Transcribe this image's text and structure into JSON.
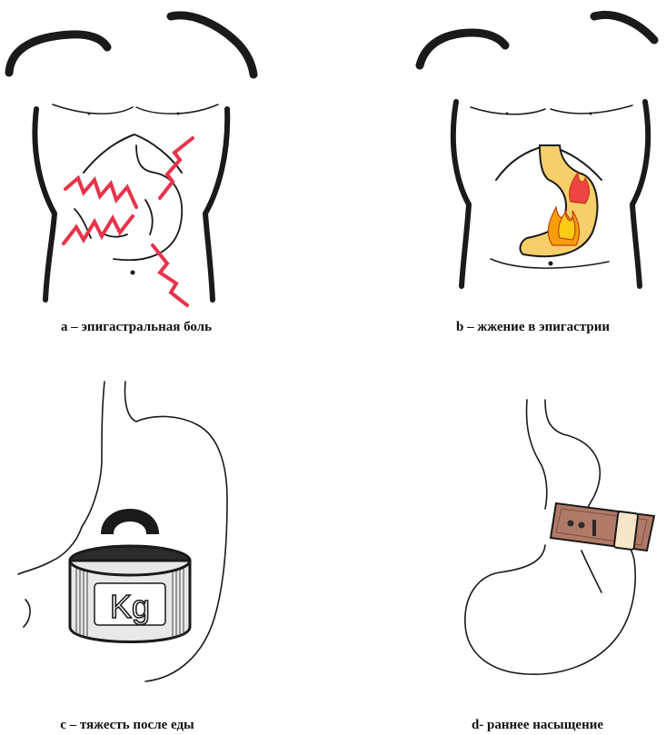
{
  "panels": [
    {
      "id": "a",
      "caption": "а – эпигастральная боль",
      "icon": "torso-with-lightning-pain-icon",
      "accent": "#e8334a"
    },
    {
      "id": "b",
      "caption": "b – жжение в эпигастрии",
      "icon": "torso-with-burning-stomach-icon",
      "accent": "#f5c200"
    },
    {
      "id": "c",
      "caption": "с – тяжесть после еды",
      "icon": "stomach-with-weight-icon",
      "weight_label": "Kg"
    },
    {
      "id": "d",
      "caption": "d- раннее насыщение",
      "icon": "stomach-with-belt-icon",
      "accent": "#b07a66"
    }
  ]
}
